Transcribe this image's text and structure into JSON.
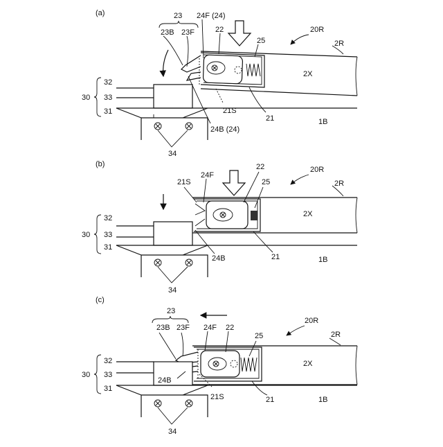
{
  "panels": {
    "a": {
      "tag": "(a)",
      "l23": "23",
      "l23B": "23B",
      "l23F": "23F",
      "l24F": "24F (24)",
      "l22": "22",
      "l25": "25",
      "l20R": "20R",
      "l2R": "2R",
      "l2X": "2X",
      "l32": "32",
      "l33": "33",
      "l30": "30",
      "l31": "31",
      "l21S": "21S",
      "l21": "21",
      "l24B": "24B (24)",
      "l1B": "1B",
      "l34": "34"
    },
    "b": {
      "tag": "(b)",
      "l21S": "21S",
      "l24F": "24F",
      "l22": "22",
      "l25": "25",
      "l20R": "20R",
      "l2R": "2R",
      "l2X": "2X",
      "l32": "32",
      "l33": "33",
      "l30": "30",
      "l31": "31",
      "l24B": "24B",
      "l21": "21",
      "l1B": "1B",
      "l34": "34"
    },
    "c": {
      "tag": "(c)",
      "l23": "23",
      "l23B": "23B",
      "l23F": "23F",
      "l24F": "24F",
      "l22": "22",
      "l25": "25",
      "l20R": "20R",
      "l2R": "2R",
      "l2X": "2X",
      "l32": "32",
      "l33": "33",
      "l30": "30",
      "l31": "31",
      "l24B": "24B",
      "l21S": "21S",
      "l21": "21",
      "l1B": "1B",
      "l34": "34"
    }
  }
}
